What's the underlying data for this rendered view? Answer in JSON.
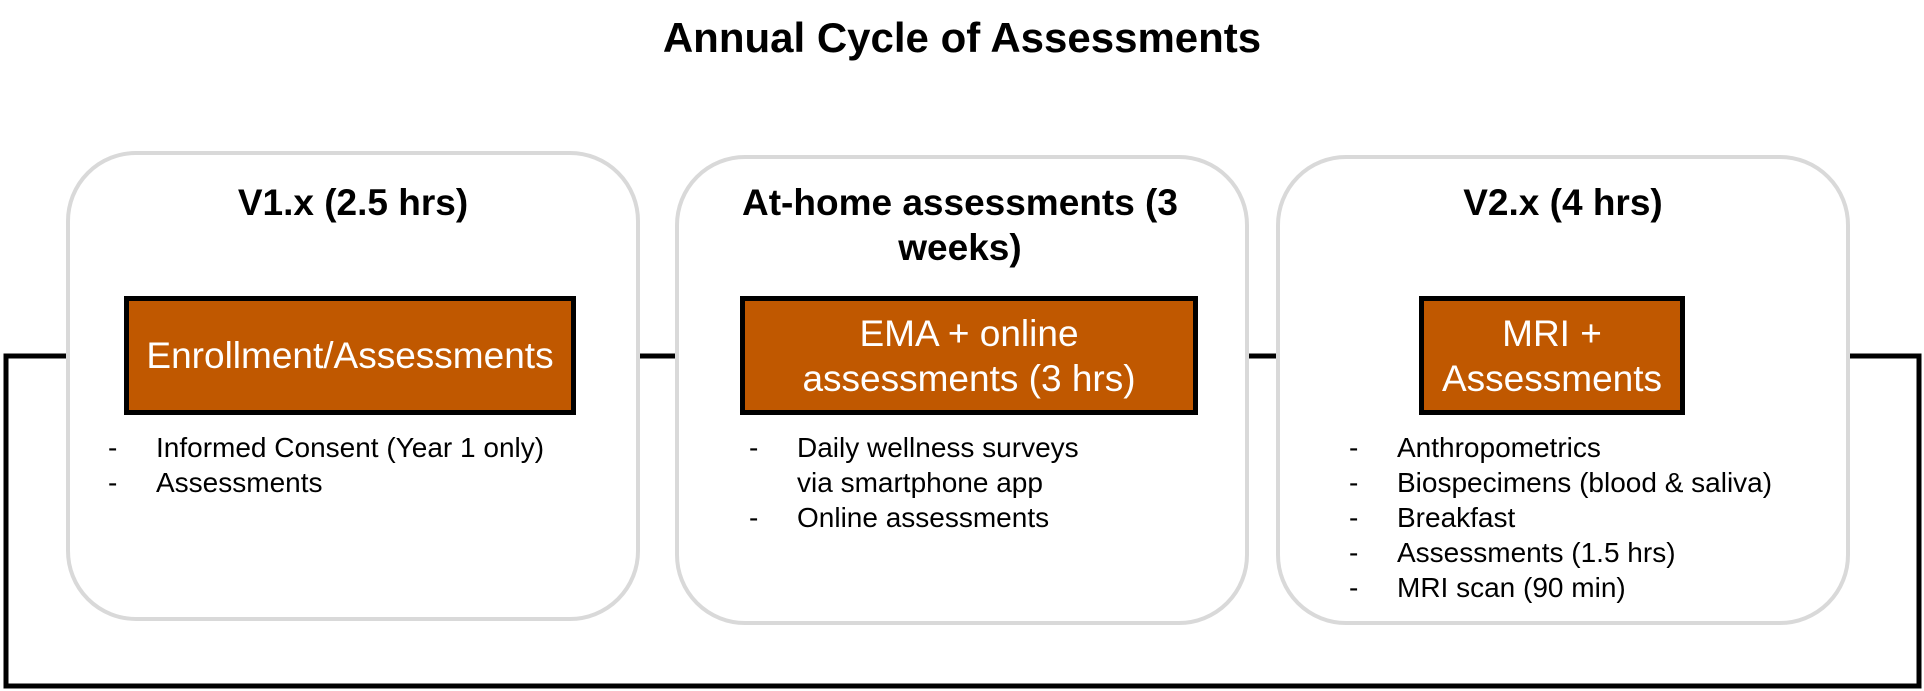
{
  "title": "Annual Cycle of Assessments",
  "phases": [
    {
      "title": "V1.x (2.5 hrs)",
      "box_label": "Enrollment/Assessments",
      "items": [
        "Informed Consent (Year 1 only)",
        "Assessments"
      ]
    },
    {
      "title": "At-home assessments (3 weeks)",
      "box_label": "EMA + online assessments (3 hrs)",
      "items": [
        "Daily wellness surveys via smartphone app",
        "Online assessments"
      ]
    },
    {
      "title": "V2.x (4 hrs)",
      "box_label": "MRI + Assessments",
      "items": [
        "Anthropometrics",
        "Biospecimens (blood & saliva)",
        "Breakfast",
        "Assessments (1.5 hrs)",
        "MRI scan (90 min)"
      ]
    }
  ],
  "colors": {
    "box_fill": "#c05800",
    "panel_border": "#d9d9d9",
    "arrow": "#000000"
  }
}
